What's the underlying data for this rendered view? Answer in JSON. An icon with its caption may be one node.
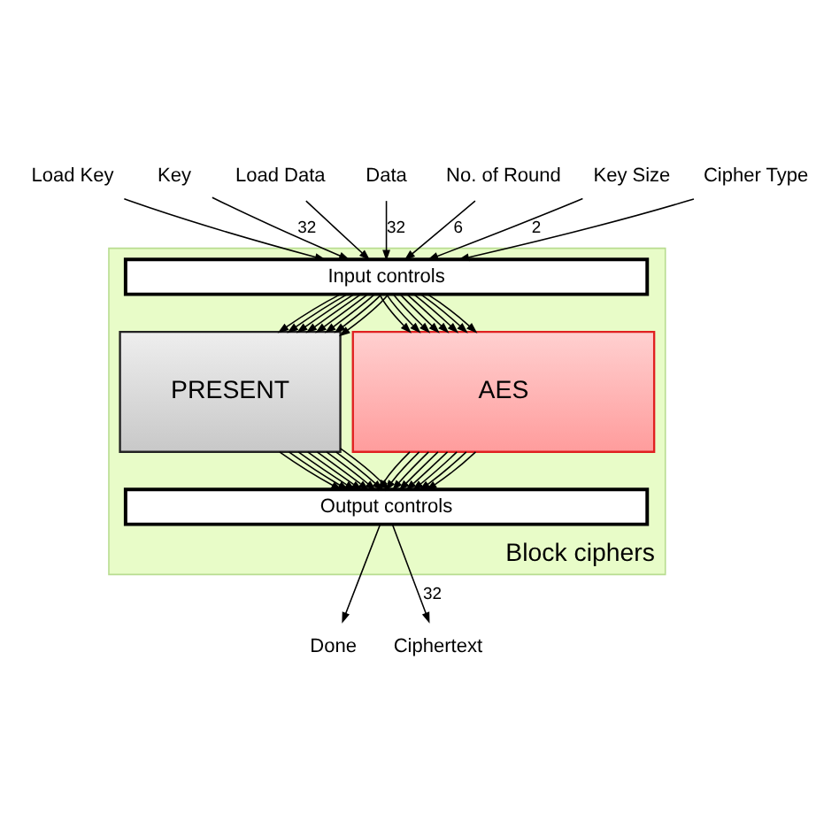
{
  "diagram": {
    "nodes": [
      {
        "text": [
          "Load Key"
        ]
      },
      {
        "text": [
          "Key"
        ]
      },
      {
        "text": [
          "Load Data"
        ]
      },
      {
        "text": [
          "Data"
        ]
      },
      {
        "text": [
          "No. of Round"
        ]
      },
      {
        "text": [
          "Key Size"
        ]
      },
      {
        "text": [
          "Cipher Type"
        ]
      },
      {
        "text": [
          "Block ciphers"
        ]
      },
      {
        "text": [
          "Input controls"
        ],
        "in": 7
      },
      {
        "text": [
          "PRESENT"
        ],
        "in": 7
      },
      {
        "text": [
          "AES"
        ],
        "in": 7
      },
      {
        "text": [
          "Output controls"
        ],
        "in": 7
      },
      {
        "text": [
          "Done"
        ]
      },
      {
        "text": [
          "Ciphertext"
        ]
      }
    ],
    "edges": [
      {
        "from": 0,
        "to": 8,
        "arrow": "to"
      },
      {
        "from": 1,
        "to": 8,
        "arrow": "to",
        "label": "32"
      },
      {
        "from": 2,
        "to": 8,
        "arrow": "to"
      },
      {
        "from": 3,
        "to": 8,
        "arrow": "to",
        "label": "32"
      },
      {
        "from": 4,
        "to": 8,
        "arrow": "to",
        "label": "6"
      },
      {
        "from": 5,
        "to": 8,
        "arrow": "to",
        "label": "2"
      },
      {
        "from": 6,
        "to": 8,
        "arrow": "to"
      },
      {
        "from": 8,
        "to": 9,
        "arrow": "to"
      },
      {
        "from": 8,
        "to": 9,
        "arrow": "to"
      },
      {
        "from": 8,
        "to": 9,
        "arrow": "to"
      },
      {
        "from": 8,
        "to": 9,
        "arrow": "to"
      },
      {
        "from": 8,
        "to": 9,
        "arrow": "to"
      },
      {
        "from": 8,
        "to": 9,
        "arrow": "to"
      },
      {
        "from": 8,
        "to": 9,
        "arrow": "to"
      },
      {
        "from": 8,
        "to": 9,
        "arrow": "to"
      },
      {
        "from": 8,
        "to": 10,
        "arrow": "to"
      },
      {
        "from": 8,
        "to": 10,
        "arrow": "to"
      },
      {
        "from": 8,
        "to": 10,
        "arrow": "to"
      },
      {
        "from": 8,
        "to": 10,
        "arrow": "to"
      },
      {
        "from": 8,
        "to": 10,
        "arrow": "to"
      },
      {
        "from": 8,
        "to": 10,
        "arrow": "to"
      },
      {
        "from": 8,
        "to": 10,
        "arrow": "to"
      },
      {
        "from": 8,
        "to": 10,
        "arrow": "to"
      },
      {
        "from": 9,
        "to": 11,
        "arrow": "to"
      },
      {
        "from": 9,
        "to": 11,
        "arrow": "to"
      },
      {
        "from": 9,
        "to": 11,
        "arrow": "to"
      },
      {
        "from": 9,
        "to": 11,
        "arrow": "to"
      },
      {
        "from": 9,
        "to": 11,
        "arrow": "to"
      },
      {
        "from": 9,
        "to": 11,
        "arrow": "to"
      },
      {
        "from": 9,
        "to": 11,
        "arrow": "to"
      },
      {
        "from": 9,
        "to": 11,
        "arrow": "to"
      },
      {
        "from": 10,
        "to": 11,
        "arrow": "to"
      },
      {
        "from": 10,
        "to": 11,
        "arrow": "to"
      },
      {
        "from": 10,
        "to": 11,
        "arrow": "to"
      },
      {
        "from": 10,
        "to": 11,
        "arrow": "to"
      },
      {
        "from": 10,
        "to": 11,
        "arrow": "to"
      },
      {
        "from": 10,
        "to": 11,
        "arrow": "to"
      },
      {
        "from": 10,
        "to": 11,
        "arrow": "to"
      },
      {
        "from": 10,
        "to": 11,
        "arrow": "to"
      },
      {
        "from": 11,
        "to": 12,
        "arrow": "to"
      },
      {
        "from": 11,
        "to": 13,
        "arrow": "to",
        "label": "32"
      }
    ]
  }
}
